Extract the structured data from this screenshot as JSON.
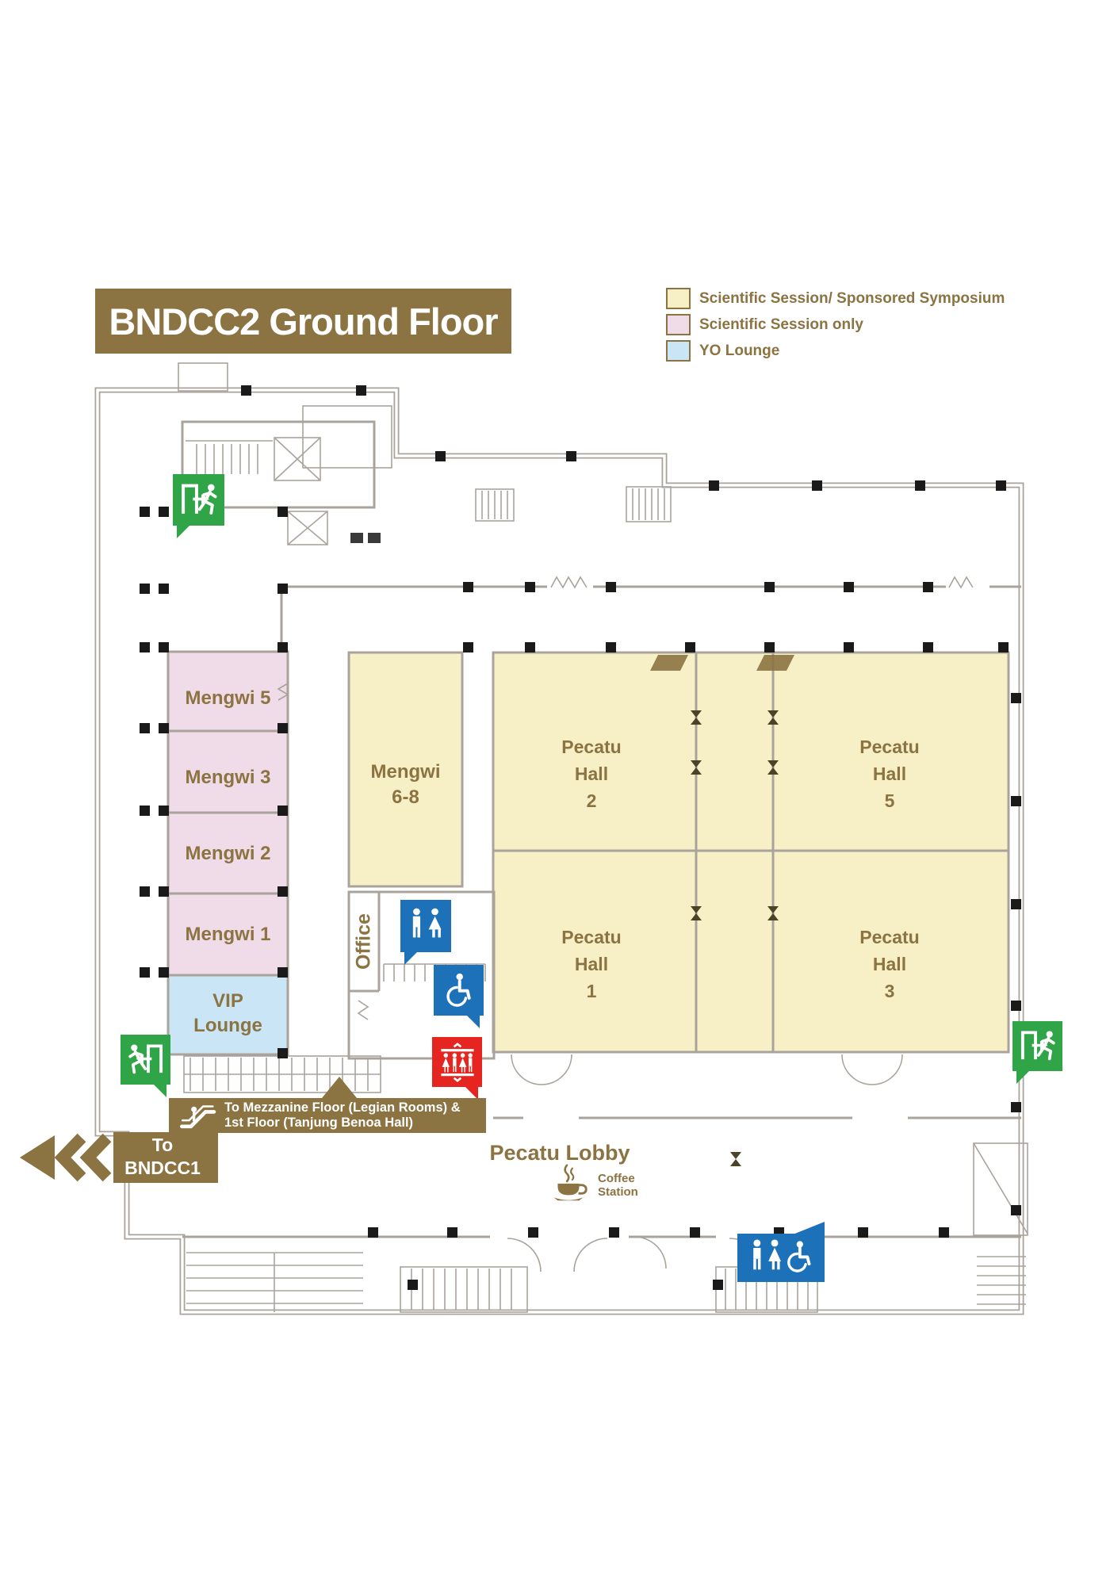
{
  "title": "BNDCC2 Ground Floor",
  "legend": {
    "items": [
      {
        "label": "Scientific Session/ Sponsored Symposium",
        "swatch": "cream"
      },
      {
        "label": "Scientific Session only",
        "swatch": "pink"
      },
      {
        "label": "YO Lounge",
        "swatch": "blue"
      }
    ]
  },
  "rooms": {
    "mengwi5": "Mengwi 5",
    "mengwi3": "Mengwi 3",
    "mengwi2": "Mengwi 2",
    "mengwi1": "Mengwi 1",
    "vip": {
      "line1": "VIP",
      "line2": "Lounge"
    },
    "mengwi68": {
      "line1": "Mengwi",
      "line2": "6-8"
    },
    "office": "Office",
    "hall2": {
      "line1": "Pecatu",
      "line2": "Hall",
      "line3": "2"
    },
    "hall5": {
      "line1": "Pecatu",
      "line2": "Hall",
      "line3": "5"
    },
    "hall1": {
      "line1": "Pecatu",
      "line2": "Hall",
      "line3": "1"
    },
    "hall3": {
      "line1": "Pecatu",
      "line2": "Hall",
      "line3": "3"
    },
    "lobby": "Pecatu Lobby"
  },
  "signs": {
    "bndcc1": {
      "line1": "To",
      "line2": "BNDCC1"
    },
    "mezzanine": {
      "line1": "To Mezzanine Floor (Legian Rooms) &",
      "line2": "1st Floor (Tanjung Benoa Hall)"
    },
    "coffee": {
      "line1": "Coffee",
      "line2": "Station"
    }
  },
  "icons": {
    "exit_top_left": "emergency-exit-run-right",
    "exit_left_mid": "emergency-exit-run-left",
    "exit_right_mid": "emergency-exit-run-right",
    "toilets": "toilets-men-women",
    "accessible_toilet": "accessible-toilet",
    "elevator": "elevator",
    "toilets_accessible": "toilets-men-women-accessible",
    "escalator": "escalator",
    "coffee": "coffee-cup",
    "bndcc1_arrow": "arrow-left-chevrons"
  },
  "colors": {
    "brown": "#8B7342",
    "cream": "#F7F0C7",
    "pink": "#F0DBE9",
    "blue": "#CAE5F6",
    "green": "#2FA548",
    "facility": "#1D71B8",
    "red": "#E62420",
    "wall": "#A9A39C",
    "column": "#1A1A1A"
  }
}
